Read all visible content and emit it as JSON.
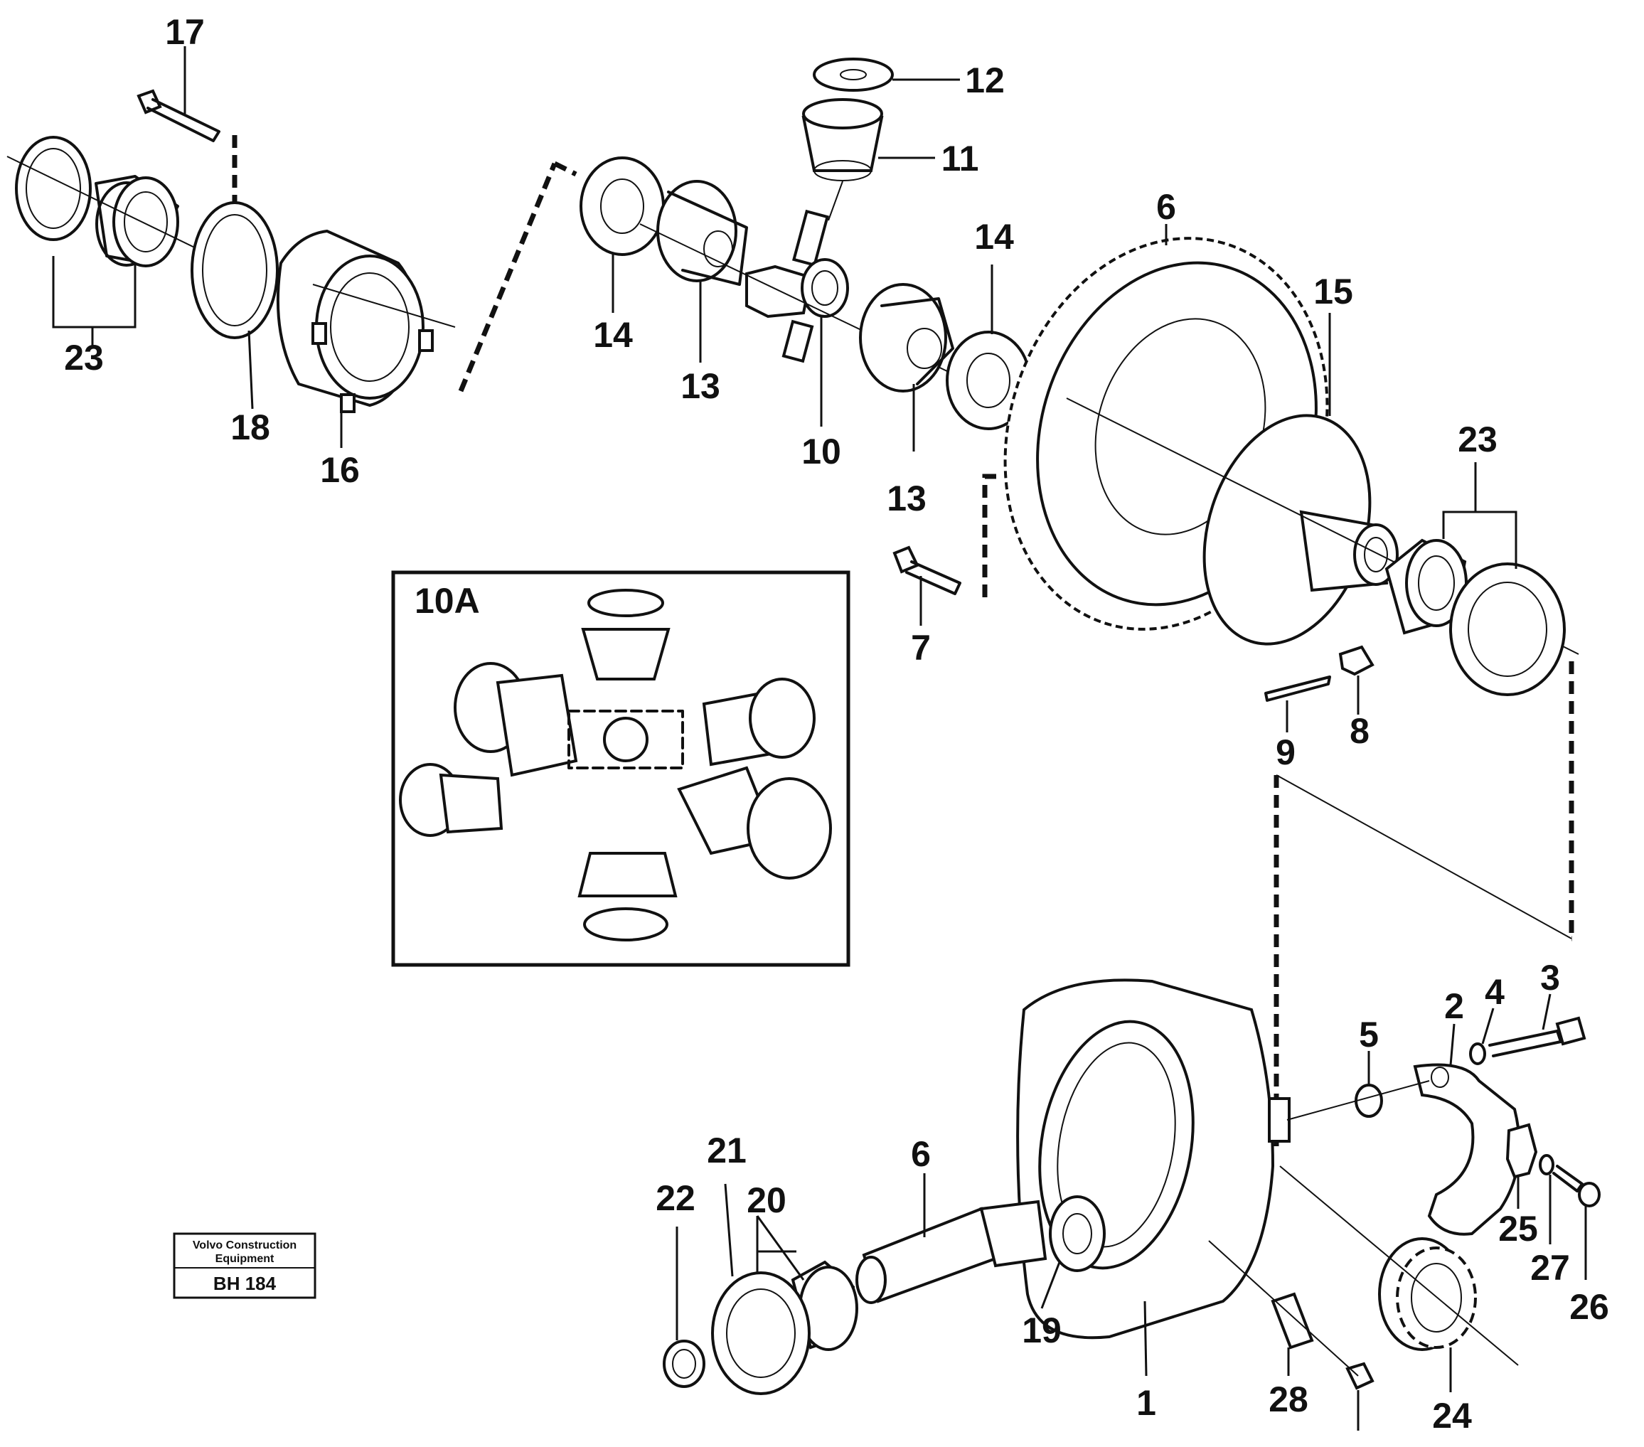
{
  "inset": {
    "title": "10A"
  },
  "stamp": {
    "line1": "Volvo Construction",
    "line2": "Equipment",
    "code": "BH 184"
  },
  "labels": {
    "l1": "1",
    "l2": "2",
    "l3": "3",
    "l4": "4",
    "l5": "5",
    "l6a": "6",
    "l6b": "6",
    "l7": "7",
    "l8": "8",
    "l9": "9",
    "l10": "10",
    "l11": "11",
    "l12": "12",
    "l13a": "13",
    "l13b": "13",
    "l14a": "14",
    "l14b": "14",
    "l15": "15",
    "l16": "16",
    "l17": "17",
    "l18": "18",
    "l19": "19",
    "l20": "20",
    "l21": "21",
    "l22": "22",
    "l23a": "23",
    "l23b": "23",
    "l24": "24",
    "l25": "25",
    "l26": "26",
    "l27": "27",
    "l28": "28"
  }
}
